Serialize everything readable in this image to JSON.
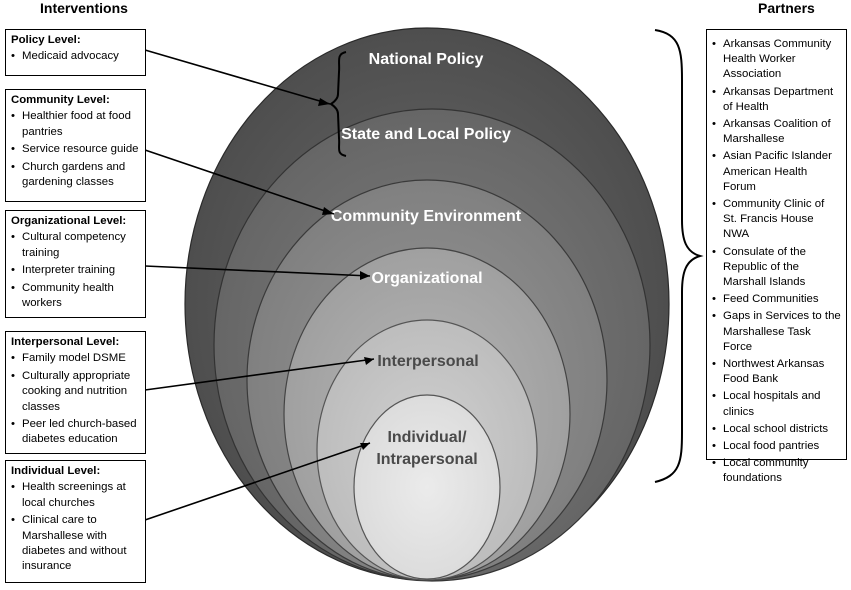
{
  "headers": {
    "interventions": "Interventions",
    "partners": "Partners"
  },
  "levels": [
    {
      "title": "Policy Level:",
      "items": [
        "Medicaid advocacy"
      ]
    },
    {
      "title": "Community Level:",
      "items": [
        "Healthier food at food pantries",
        "Service resource guide",
        "Church gardens and gardening classes"
      ]
    },
    {
      "title": "Organizational Level:",
      "items": [
        "Cultural competency training",
        "Interpreter training",
        "Community health workers"
      ]
    },
    {
      "title": "Interpersonal Level:",
      "items": [
        "Family model DSME",
        "Culturally appropriate cooking and nutrition classes",
        "Peer led church-based diabetes education"
      ]
    },
    {
      "title": "Individual Level:",
      "items": [
        "Health screenings at local churches",
        "Clinical care to Marshallese with diabetes and without insurance"
      ]
    }
  ],
  "rings": {
    "national": "National Policy",
    "state": "State and Local Policy",
    "community": "Community Environment",
    "organizational": "Organizational",
    "interpersonal": "Interpersonal",
    "individual_1": "Individual/",
    "individual_2": "Intrapersonal"
  },
  "partners": [
    "Arkansas Community Health Worker Association",
    "Arkansas Department of Health",
    "Arkansas Coalition of Marshallese",
    "Asian Pacific Islander American Health Forum",
    "Community Clinic of St. Francis House NWA",
    "Consulate of the Republic of the Marshall Islands",
    "Feed Communities",
    "Gaps in Services to the Marshallese Task Force",
    "Northwest Arkansas Food Bank",
    "Local hospitals and clinics",
    "Local school districts",
    "Local food pantries",
    "Local community foundations"
  ]
}
